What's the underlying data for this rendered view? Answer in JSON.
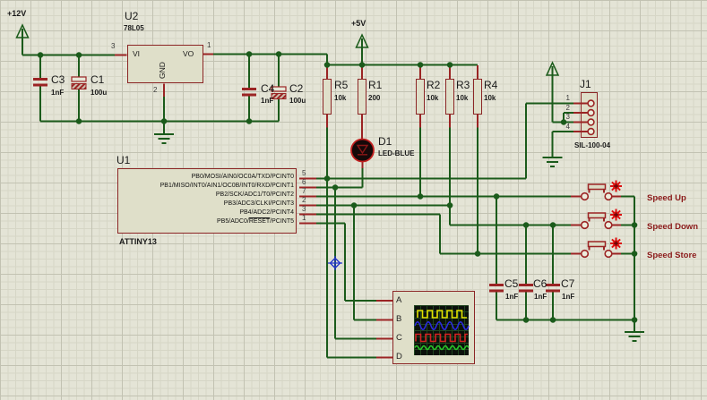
{
  "colors": {
    "wire-green": "#1b5b1b",
    "pin-red": "#9b2424",
    "border-red": "#8b2525",
    "fill-beige": "#dfdfc9",
    "label-red": "#8b1a1a",
    "actuator-red": "#dd1111",
    "origin-blue": "#2233cc",
    "trace-yellow": "#e3e300",
    "trace-blue": "#2a2ae0",
    "trace-red": "#d42222",
    "trace-green": "#28c528",
    "screen-black": "#0b110b"
  },
  "power": {
    "rail_12v": "+12V",
    "rail_5v": "+5V"
  },
  "regulator": {
    "ref": "U2",
    "part": "78L05",
    "pin_in": "VI",
    "pin_out": "VO",
    "pin_gnd": "GND",
    "num_in": "3",
    "num_out": "1",
    "num_gnd": "2"
  },
  "mcu": {
    "ref": "U1",
    "part": "ATTINY13",
    "pins": [
      {
        "num": "5",
        "label": "PB0/MOSI/AIN0/OC0A/TXD/PCINT0"
      },
      {
        "num": "6",
        "label": "PB1/MISO/INT0/AIN1/OC0B/INT0/RXD/PCINT1"
      },
      {
        "num": "7",
        "label": "PB2/SCK/ADC1/T0/PCINT2"
      },
      {
        "num": "2",
        "label": "PB3/ADC3/CLKI/PCINT3"
      },
      {
        "num": "3",
        "label": "PB4/ADC2/PCINT4"
      },
      {
        "num": "1",
        "label_pre": "PB5/ADC0/",
        "label_reset": "RESET",
        "label_post": "/PCINT5"
      }
    ]
  },
  "capacitors": [
    {
      "ref": "C3",
      "value": "1nF"
    },
    {
      "ref": "C1",
      "value": "100u"
    },
    {
      "ref": "C4",
      "value": "1nF"
    },
    {
      "ref": "C2",
      "value": "100u"
    },
    {
      "ref": "C5",
      "value": "1nF"
    },
    {
      "ref": "C6",
      "value": "1nF"
    },
    {
      "ref": "C7",
      "value": "1nF"
    }
  ],
  "resistors": [
    {
      "ref": "R5",
      "value": "10k"
    },
    {
      "ref": "R1",
      "value": "200"
    },
    {
      "ref": "R2",
      "value": "10k"
    },
    {
      "ref": "R3",
      "value": "10k"
    },
    {
      "ref": "R4",
      "value": "10k"
    }
  ],
  "led": {
    "ref": "D1",
    "part": "LED-BLUE"
  },
  "connector": {
    "ref": "J1",
    "part": "SIL-100-04",
    "pins": [
      "1",
      "2",
      "3",
      "4"
    ]
  },
  "buttons": [
    {
      "label": "Speed Up"
    },
    {
      "label": "Speed Down"
    },
    {
      "label": "Speed Store"
    }
  ],
  "oscilloscope": {
    "channels": [
      "A",
      "B",
      "C",
      "D"
    ]
  }
}
